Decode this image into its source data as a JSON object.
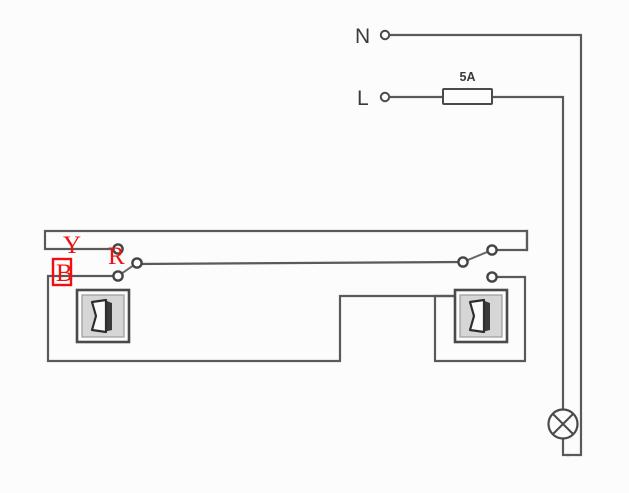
{
  "diagram": {
    "title": "Two-Way Switch Lighting Circuit",
    "background_color": "#fcfcfc",
    "wire_color": "#5a5a5a",
    "annotation_color": "#ee1111"
  },
  "supply": {
    "neutral_label": "N",
    "live_label": "L",
    "fuse_rating": "5A"
  },
  "annotations": {
    "yellow_wire": "Y",
    "blue_wire": "B",
    "red_wire": "R"
  },
  "components": {
    "switch_left_name": "two-way-switch-left",
    "switch_right_name": "two-way-switch-right",
    "lamp_name": "lamp",
    "fuse_name": "fuse-5a"
  }
}
